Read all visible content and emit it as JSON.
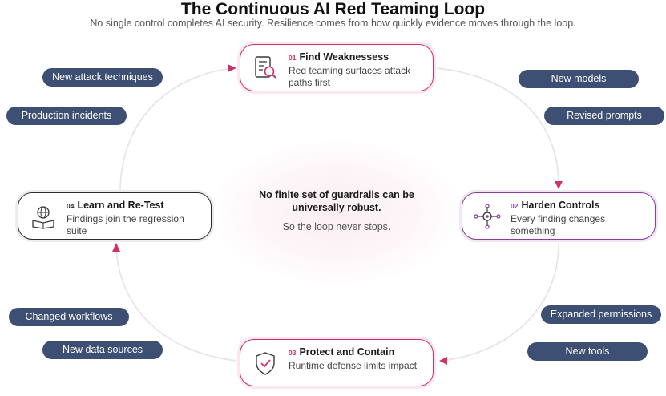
{
  "title": "The Continuous AI Red Teaming Loop",
  "subtitle": "No single control completes AI security. Resilience comes from how quickly evidence moves through the loop.",
  "center": {
    "statement": "No finite set of guardrails can be universally robust.",
    "tagline": "So the loop never stops."
  },
  "steps": [
    {
      "number": "01",
      "title": "Find Weaknessess",
      "description": "Red teaming surfaces attack paths first",
      "icon": "magnifier-checklist-icon"
    },
    {
      "number": "02",
      "title": "Harden Controls",
      "description": "Every finding changes something",
      "icon": "network-gear-icon"
    },
    {
      "number": "03",
      "title": "Protect and Contain",
      "description": "Runtime defense limits impact",
      "icon": "shield-check-icon"
    },
    {
      "number": "04",
      "title": "Learn and Re-Test",
      "description": "Findings join the regression suite",
      "icon": "book-globe-icon"
    }
  ],
  "triggers": {
    "new_attack_techniques": "New attack techniques",
    "production_incidents": "Production incidents",
    "new_models": "New models",
    "revised_prompts": "Revised prompts",
    "changed_workflows": "Changed workflows",
    "new_data_sources": "New data sources",
    "expanded_permissions": "Expanded permissions",
    "new_tools": "New tools"
  },
  "colors": {
    "accent_red": "#d0306a",
    "accent_purple": "#8a3d9c",
    "card_dark": "#2c2c2c",
    "pill_bg": "#3d4f73",
    "loop_line": "#e6e6e6"
  }
}
